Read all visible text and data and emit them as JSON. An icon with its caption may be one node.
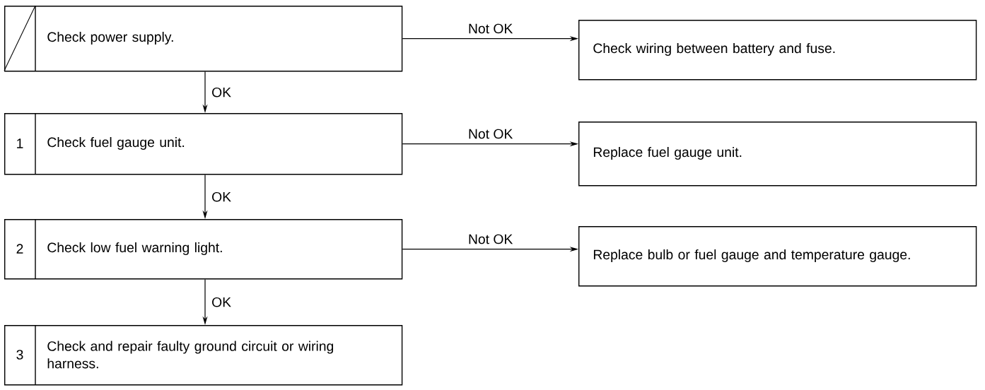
{
  "diagram": {
    "nodes": [
      {
        "text": [
          "Check power supply."
        ]
      },
      {
        "text": [
          "Check wiring between battery and fuse."
        ]
      },
      {
        "text": [
          "1",
          "Check fuel gauge unit."
        ]
      },
      {
        "text": [
          "Replace fuel gauge unit."
        ]
      },
      {
        "text": [
          "2",
          "Check low fuel warning light."
        ]
      },
      {
        "text": [
          "Replace bulb or fuel gauge and temperature gauge."
        ]
      },
      {
        "text": [
          "3",
          "Check and repair faulty ground circuit or wiring harness."
        ]
      }
    ],
    "edges": [
      {
        "from": 0,
        "to": 1,
        "arrow": "to",
        "label": "Not OK"
      },
      {
        "from": 0,
        "to": 2,
        "arrow": "to",
        "label": "OK"
      },
      {
        "from": 2,
        "to": 3,
        "arrow": "to",
        "label": "Not OK"
      },
      {
        "from": 2,
        "to": 4,
        "arrow": "to",
        "label": "OK"
      },
      {
        "from": 4,
        "to": 5,
        "arrow": "to",
        "label": "Not OK"
      },
      {
        "from": 4,
        "to": 6,
        "arrow": "to",
        "label": "OK"
      }
    ]
  }
}
